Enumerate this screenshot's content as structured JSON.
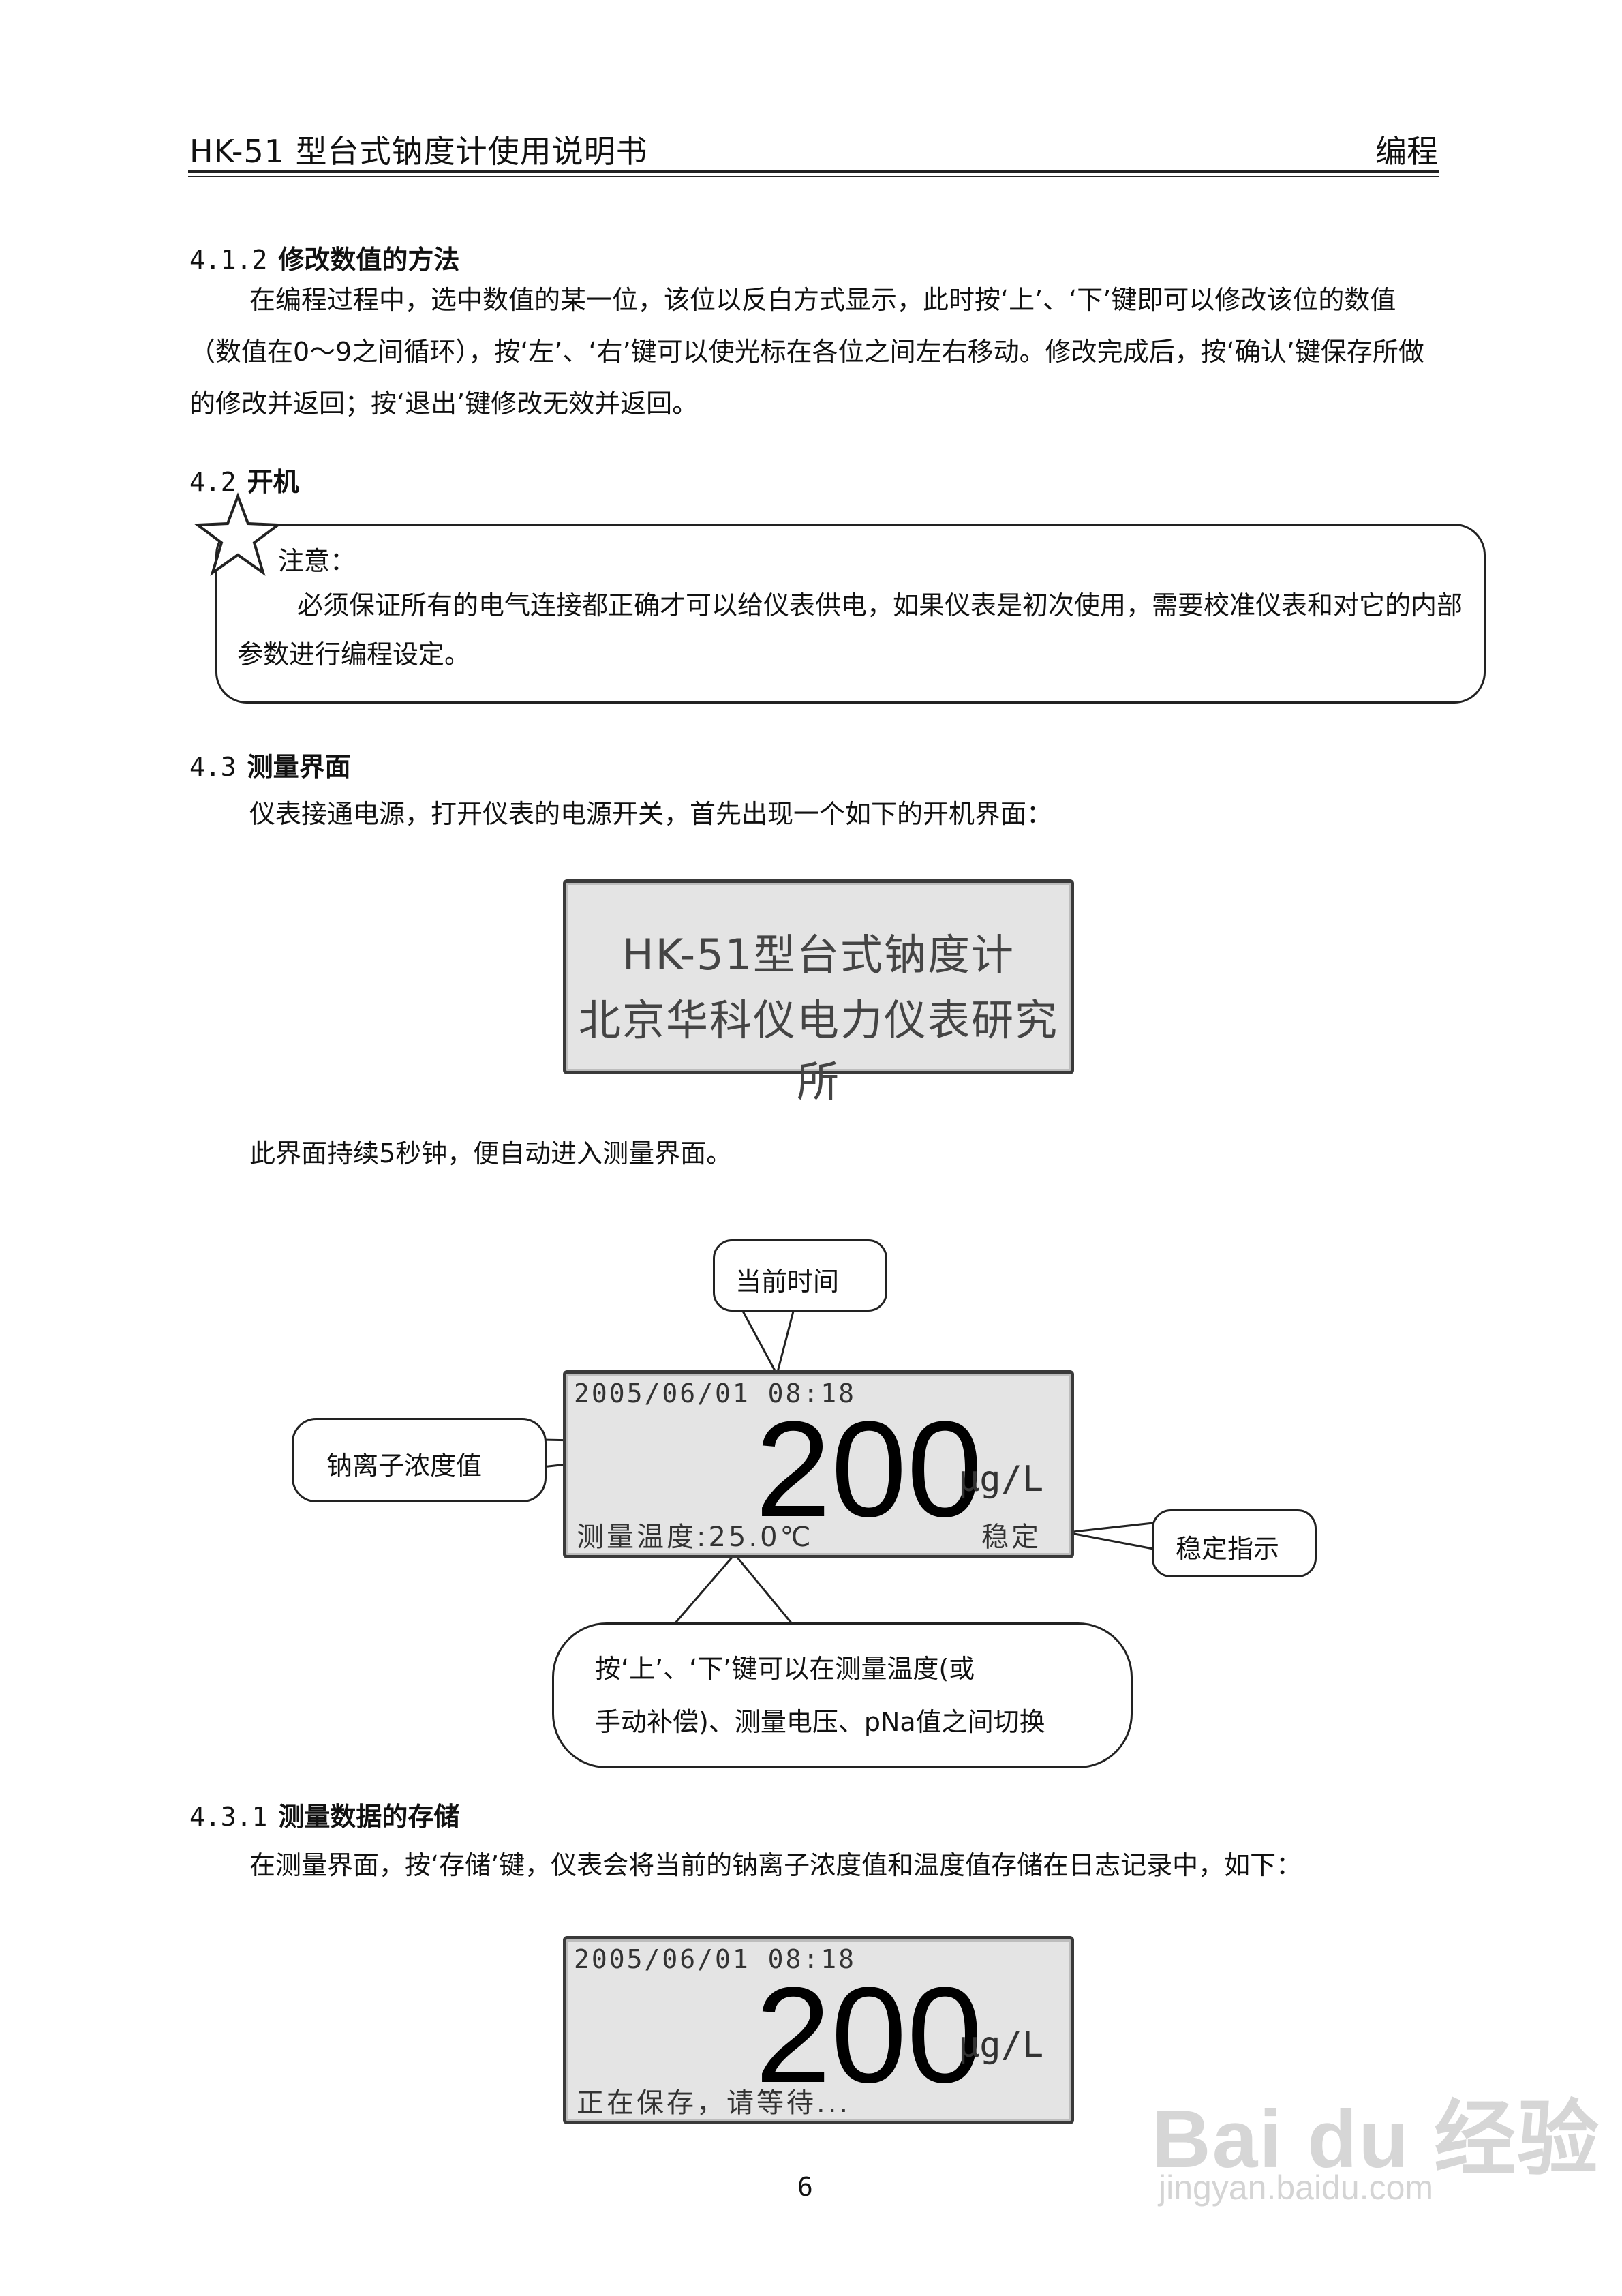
{
  "header": {
    "title": "HK-51 型台式钠度计使用说明书",
    "section": "编程"
  },
  "s412": {
    "num": "4.1.2",
    "title": "修改数值的方法",
    "body": "在编程过程中，选中数值的某一位，该位以反白方式显示，此时按‘上’、‘下’键即可以修改该位的数值（数值在0～9之间循环），按‘左’、‘右’键可以使光标在各位之间左右移动。修改完成后，按‘确认’键保存所做的修改并返回；按‘退出’键修改无效并返回。"
  },
  "s42": {
    "num": "4.2",
    "title": "开机"
  },
  "note": {
    "title": "注意：",
    "body": "必须保证所有的电气连接都正确才可以给仪表供电，如果仪表是初次使用，需要校准仪表和对它的内部参数进行编程设定。"
  },
  "s43": {
    "num": "4.3",
    "title": "测量界面",
    "intro": "仪表接通电源，打开仪表的电源开关，首先出现一个如下的开机界面：",
    "after_boot": "此界面持续5秒钟，便自动进入测量界面。"
  },
  "boot_screen": {
    "line1": "HK-51型台式钠度计",
    "line2": "北京华科仪电力仪表研究所"
  },
  "measure_screen": {
    "datetime": "2005/06/01 08:18",
    "value": "200",
    "unit": "μg/L",
    "temp": "测量温度:25.0℃",
    "status": "稳定"
  },
  "callouts": {
    "time": "当前时间",
    "concentration": "钠离子浓度值",
    "stable": "稳定指示",
    "toggle_line1": "按‘上’、‘下’键可以在测量温度(或",
    "toggle_line2": "手动补偿)、测量电压、pNa值之间切换"
  },
  "s431": {
    "num": "4.3.1",
    "title": "测量数据的存储",
    "body": "在测量界面，按‘存储’键，仪表会将当前的钠离子浓度值和温度值存储在日志记录中，如下："
  },
  "store_screen": {
    "datetime": "2005/06/01 08:18",
    "value": "200",
    "unit": "μg/L",
    "message": "正在保存，请等待..."
  },
  "page_number": "6",
  "watermark": {
    "brand": "Bai du 经验",
    "url": "jingyan.baidu.com"
  }
}
